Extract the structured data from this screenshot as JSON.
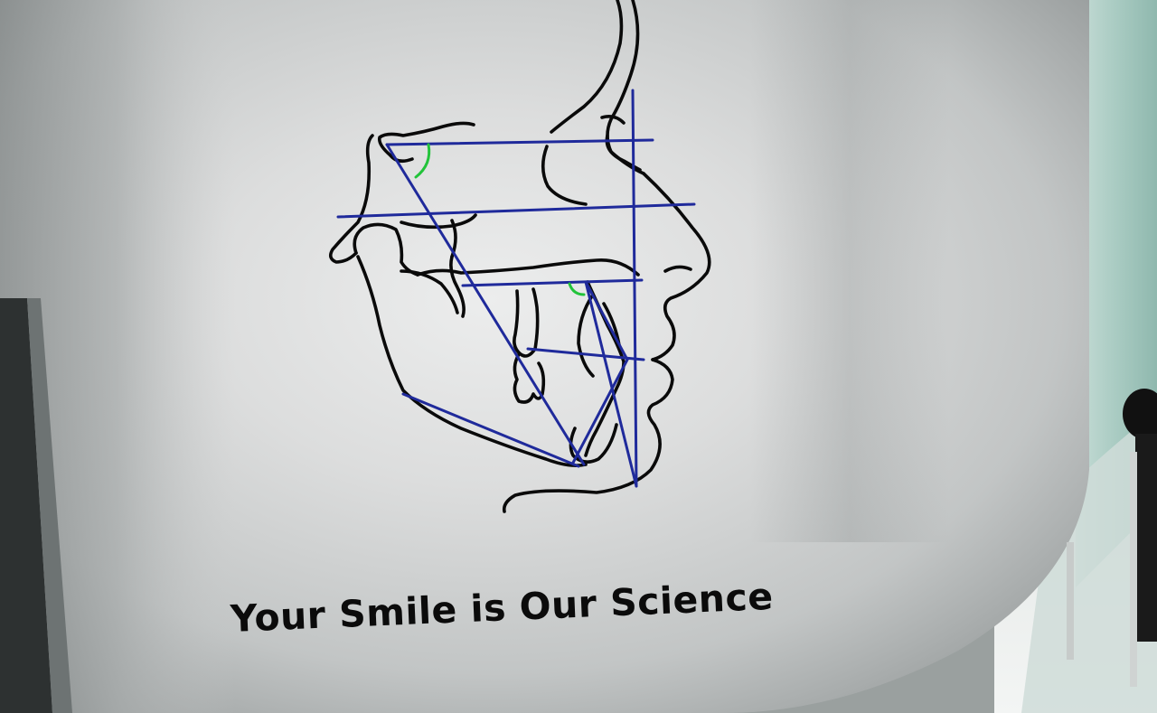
{
  "slogan": "Your Smile is Our Science",
  "colors": {
    "wall_light": "#e6e7e6",
    "wall_mid": "#b4b7b7",
    "glass_green": "#9fc6bd",
    "line_art": "#0a0a0a",
    "ceph_lines": "#1f2a9b",
    "angle_marks": "#22c33a"
  },
  "icons": [
    "skull-profile-line-art",
    "cephalometric-analysis-lines",
    "angle-arc-marks"
  ]
}
